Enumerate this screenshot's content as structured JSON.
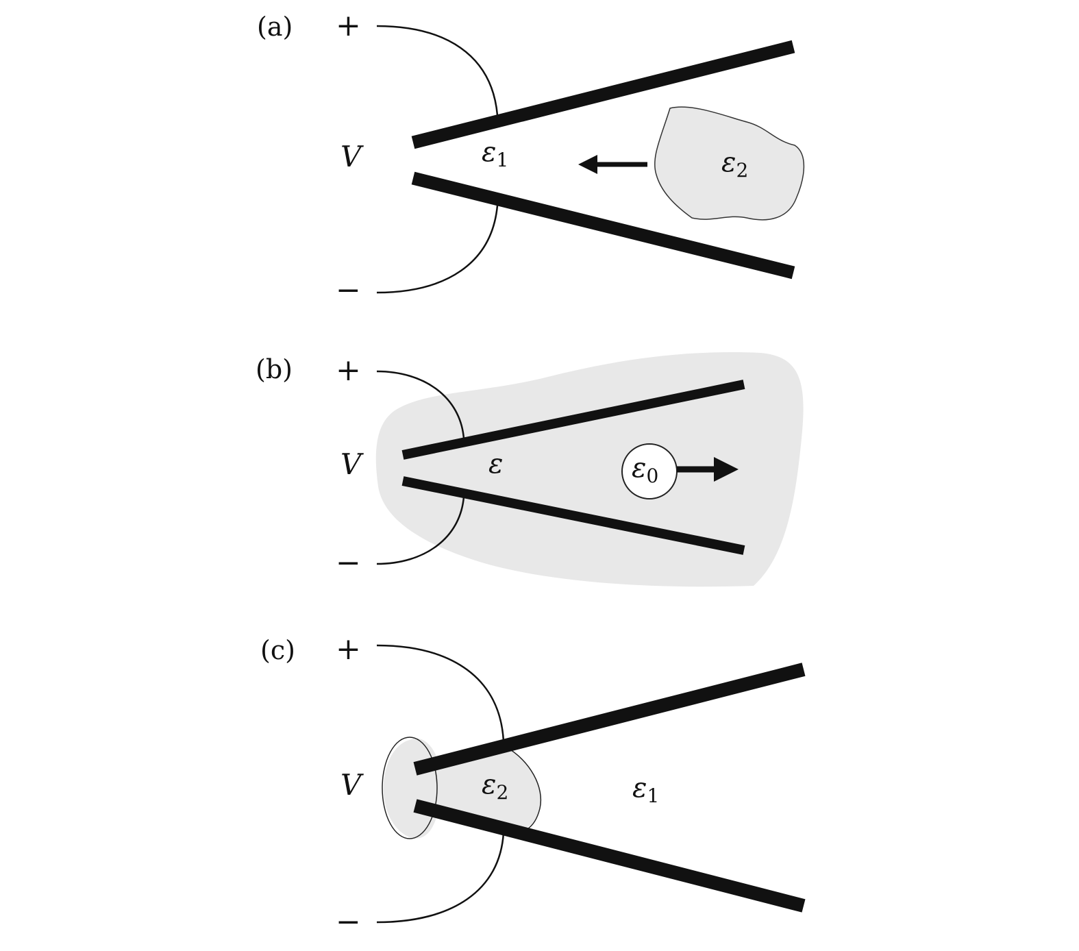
{
  "panels": [
    {
      "label": "(a)",
      "plus": "+",
      "minus": "−",
      "voltage": "V",
      "inner": {
        "symbol": "ε",
        "sub": "1"
      },
      "blob": {
        "symbol": "ε",
        "sub": "2"
      }
    },
    {
      "label": "(b)",
      "plus": "+",
      "minus": "−",
      "voltage": "V",
      "inner": {
        "symbol": "ε",
        "sub": ""
      },
      "bubble": {
        "symbol": "ε",
        "sub": "0"
      }
    },
    {
      "label": "(c)",
      "plus": "+",
      "minus": "−",
      "voltage": "V",
      "inner": {
        "symbol": "ε",
        "sub": "2"
      },
      "outer": {
        "symbol": "ε",
        "sub": "1"
      }
    }
  ],
  "colors": {
    "fill_gray": "#e8e8e8",
    "ink": "#111111"
  }
}
